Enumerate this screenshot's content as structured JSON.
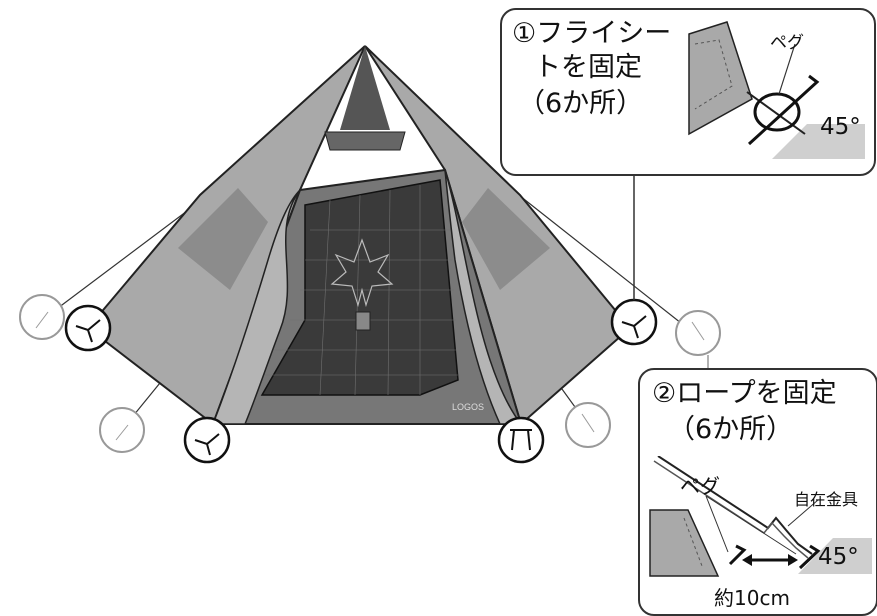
{
  "callout1": {
    "title_lines": [
      "①フライシー",
      "トを固定",
      "（6か所）"
    ],
    "peg_label": "ペグ",
    "angle_label": "45°"
  },
  "callout2": {
    "title_lines": [
      "②ロープを固定",
      "（6か所）"
    ],
    "adjuster_label": "自在金具",
    "peg_label": "ペグ",
    "angle_label": "45°",
    "distance_label": "約10cm"
  },
  "brand_logo_text": "LOGOS",
  "colors": {
    "tent_light": "#a9a9a9",
    "tent_mid": "#8c8c8c",
    "tent_dark": "#555555",
    "mesh_dark": "#3a3a3a",
    "outline": "#222222"
  }
}
